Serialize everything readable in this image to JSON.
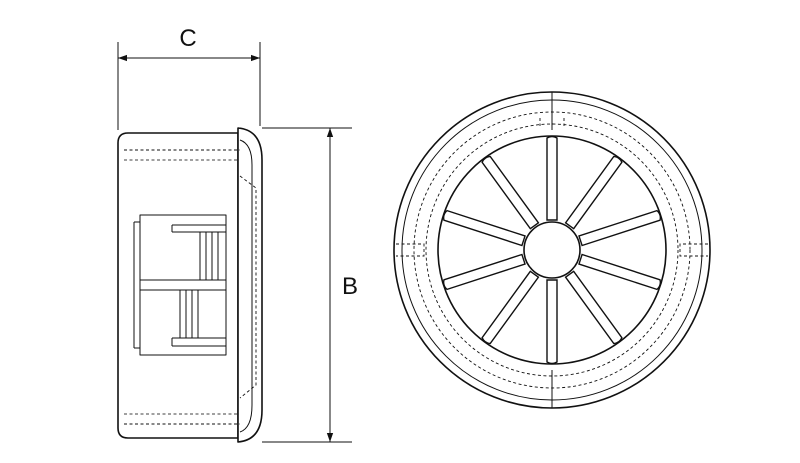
{
  "dimensions": {
    "c_label": "C",
    "b_label": "B"
  },
  "colors": {
    "stroke": "#111111",
    "fill": "#ffffff",
    "background": "#ffffff"
  },
  "front_view": {
    "spoke_count": 10
  }
}
